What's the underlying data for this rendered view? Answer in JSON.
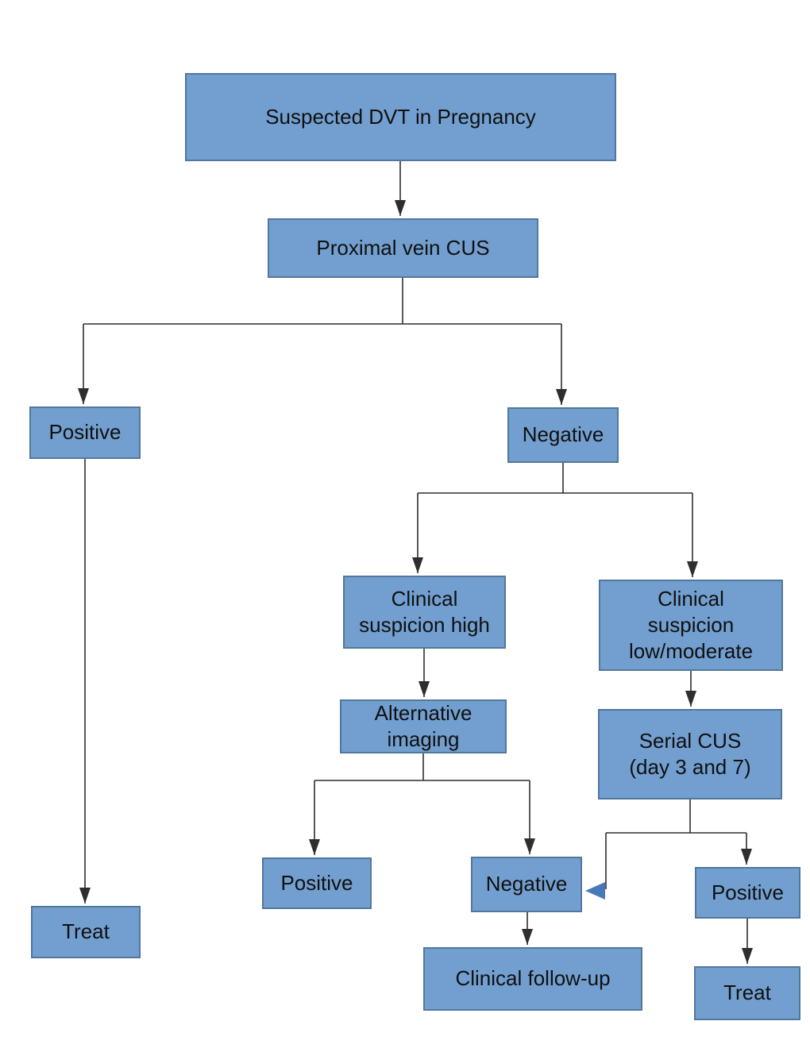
{
  "flowchart": {
    "nodes": {
      "suspected_dvt": {
        "label": "Suspected DVT in Pregnancy"
      },
      "proximal_cus": {
        "label": "Proximal vein CUS"
      },
      "cus_positive": {
        "label": "Positive"
      },
      "cus_negative": {
        "label": "Negative"
      },
      "suspicion_high": {
        "label": "Clinical\nsuspicion high"
      },
      "suspicion_low": {
        "label": "Clinical\nsuspicion\nlow/moderate"
      },
      "alt_imaging": {
        "label": "Alternative\nimaging"
      },
      "serial_cus": {
        "label": "Serial CUS\n(day 3 and 7)"
      },
      "alt_positive": {
        "label": "Positive"
      },
      "alt_negative": {
        "label": "Negative"
      },
      "serial_positive": {
        "label": "Positive"
      },
      "treat_left": {
        "label": "Treat"
      },
      "clinical_followup": {
        "label": "Clinical follow-up"
      },
      "treat_right": {
        "label": "Treat"
      }
    },
    "colors": {
      "node_fill": "#729fcf",
      "node_border": "#51779e",
      "edge": "#2e2e2e",
      "loopback_arrow": "#4878b8"
    }
  }
}
